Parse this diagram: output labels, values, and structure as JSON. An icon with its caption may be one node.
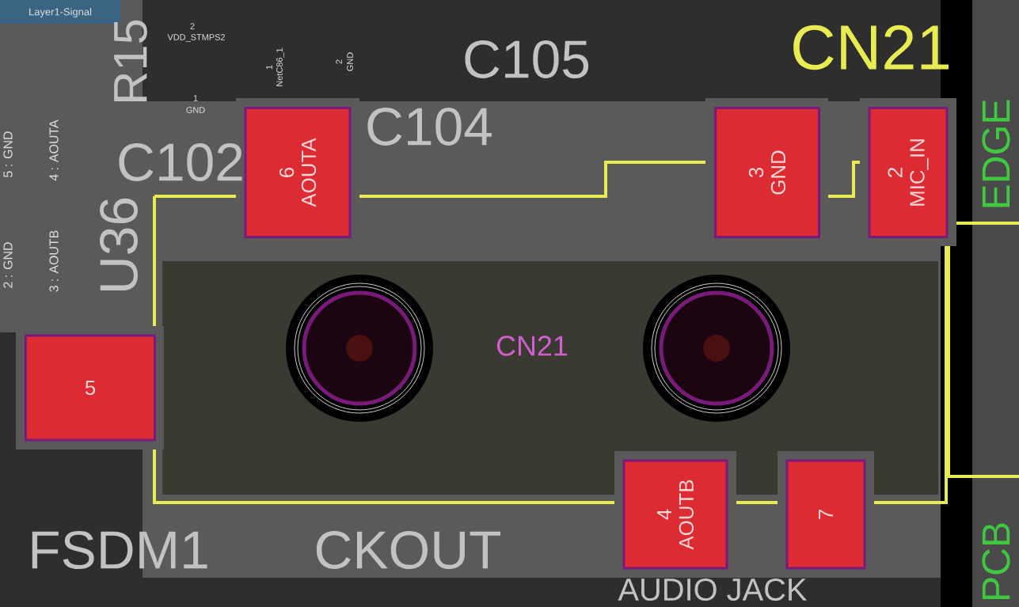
{
  "diagram": {
    "nodes": [
      {
        "text": [
          "6",
          "AOUTA"
        ]
      },
      {
        "text": [
          "3",
          "GND"
        ]
      },
      {
        "text": [
          "2",
          "MIC_IN"
        ]
      },
      {
        "text": [
          "5"
        ]
      },
      {
        "text": [
          "4",
          "AOUTB"
        ]
      },
      {
        "text": [
          "7"
        ]
      }
    ],
    "labels": [
      "Layer1-Signal",
      "2",
      "VDD_STMPS2",
      "1",
      "GND",
      "1",
      "NetC86_1",
      "2",
      "GND",
      "5 : GND",
      "4 : AOUTA",
      "2 : GND",
      "3 : AOUTB",
      "C105",
      "C104",
      "C102",
      "U36",
      "R15",
      "FSDM1",
      "CKOUT",
      "AUDIO JACK",
      "CN21",
      "CN21",
      "EDGE",
      "PCB"
    ]
  }
}
